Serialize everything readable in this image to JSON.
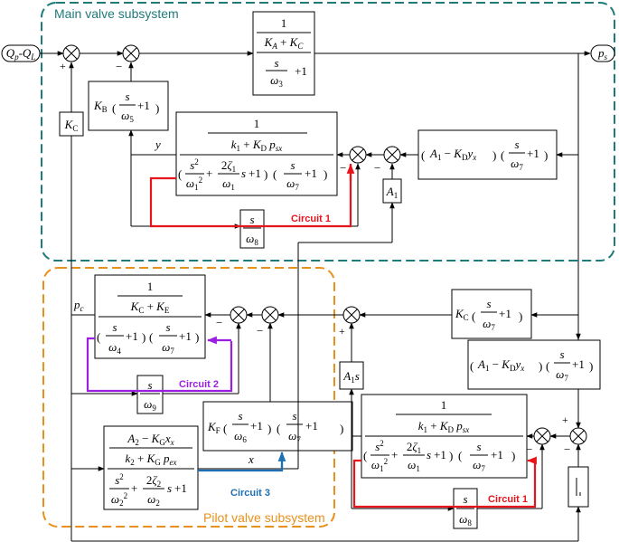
{
  "subsystems": {
    "main": "Main valve subsystem",
    "pilot": "Pilot valve subsystem"
  },
  "colors": {
    "main_border": "#1f7a7a",
    "pilot_border": "#e8901c",
    "circuit1": "#e8141c",
    "circuit2": "#9b1fe0",
    "circuit3": "#1f6fb4"
  },
  "circuits": {
    "c1_main": "Circuit 1",
    "c2": "Circuit 2",
    "c3": "Circuit 3",
    "c1_pilot": "Circuit 1"
  },
  "signals": {
    "input": "Qp-QL",
    "output": "ps",
    "y": "y",
    "pc": "pc",
    "x": "x"
  },
  "blocks": {
    "main_gain": "1/(KA+KC) · 1/(s/ω3+1)",
    "kb": "KB(s/ω5+1)",
    "kc_left": "KC",
    "main_spool": "1/(k1+KD psx) · 1/((s²/ω1²+2ζ1/ω1 s+1)(s/ω7+1))",
    "main_right": "(A1−KD yx)(s/ω7+1)",
    "a1_main": "A1",
    "s_w8_main": "s/ω8",
    "kc_pilot": "KC(s/ω7+1)",
    "pilot_gain": "1/(KC+KE) · 1/((s/ω4+1)(s/ω7+1))",
    "s_w9": "s/ω9",
    "kf": "KF(s/ω6+1)(s/ω7+1)",
    "pilot_valve": "(A2−KG xx)/(k2+KG pex) · 1/(s²/ω2²+2ζ2/ω2 s+1)",
    "a1s": "A1s",
    "pilot_right": "(A1−KD yx)(s/ω7+1)",
    "pilot_spool": "1/(k1+KD psx) · 1/((s²/ω1²+2ζ1/ω1 s+1)(s/ω7+1))",
    "s_w8_pilot": "s/ω8",
    "a1_small": "A1"
  },
  "signs": {
    "plus": "+",
    "minus": "−"
  }
}
